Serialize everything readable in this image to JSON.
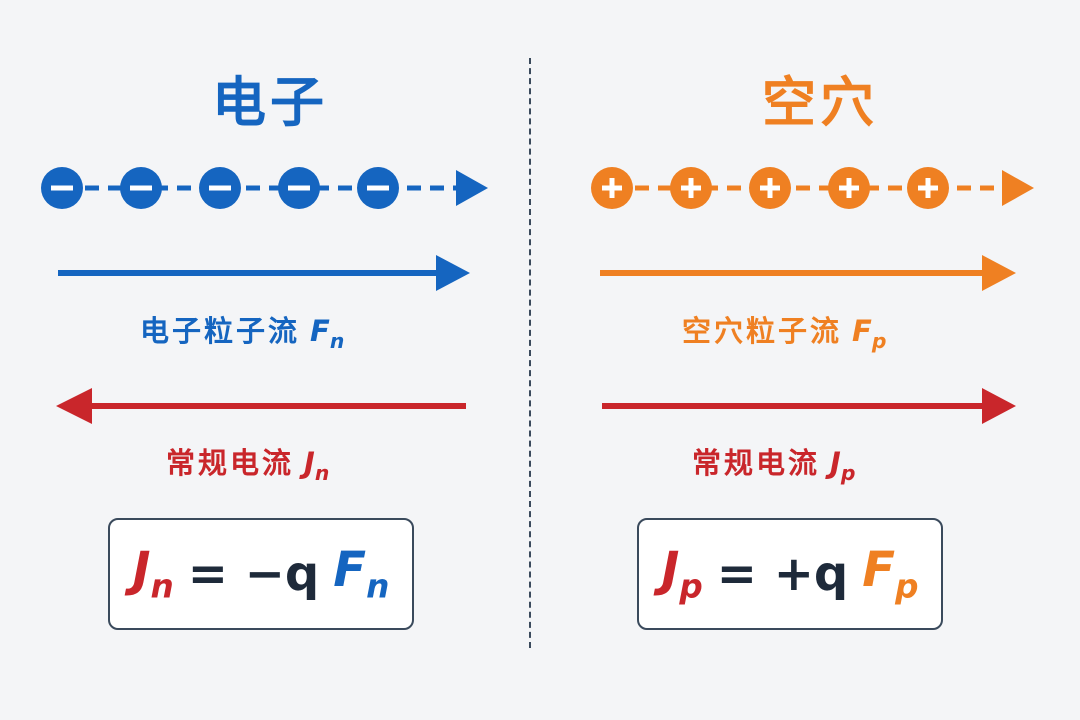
{
  "electron": {
    "title": "电子",
    "particle_sign": "−",
    "particle_count": 5,
    "particle_flow_label": "电子粒子流",
    "particle_flow_symbol": "F",
    "particle_flow_sub": "n",
    "current_label": "常规电流",
    "current_symbol": "J",
    "current_sub": "n",
    "formula": {
      "lhs": "J",
      "lhs_sub": "n",
      "op": "= −q",
      "rhs": "F",
      "rhs_sub": "n"
    }
  },
  "hole": {
    "title": "空穴",
    "particle_sign": "+",
    "particle_count": 5,
    "particle_flow_label": "空穴粒子流",
    "particle_flow_symbol": "F",
    "particle_flow_sub": "p",
    "current_label": "常规电流",
    "current_symbol": "J",
    "current_sub": "p",
    "formula": {
      "lhs": "J",
      "lhs_sub": "p",
      "op": "= +q",
      "rhs": "F",
      "rhs_sub": "p"
    }
  },
  "colors": {
    "electron": "#1565c0",
    "hole": "#ef8022",
    "current": "#c9262b",
    "text_dark": "#1e2a3a"
  }
}
